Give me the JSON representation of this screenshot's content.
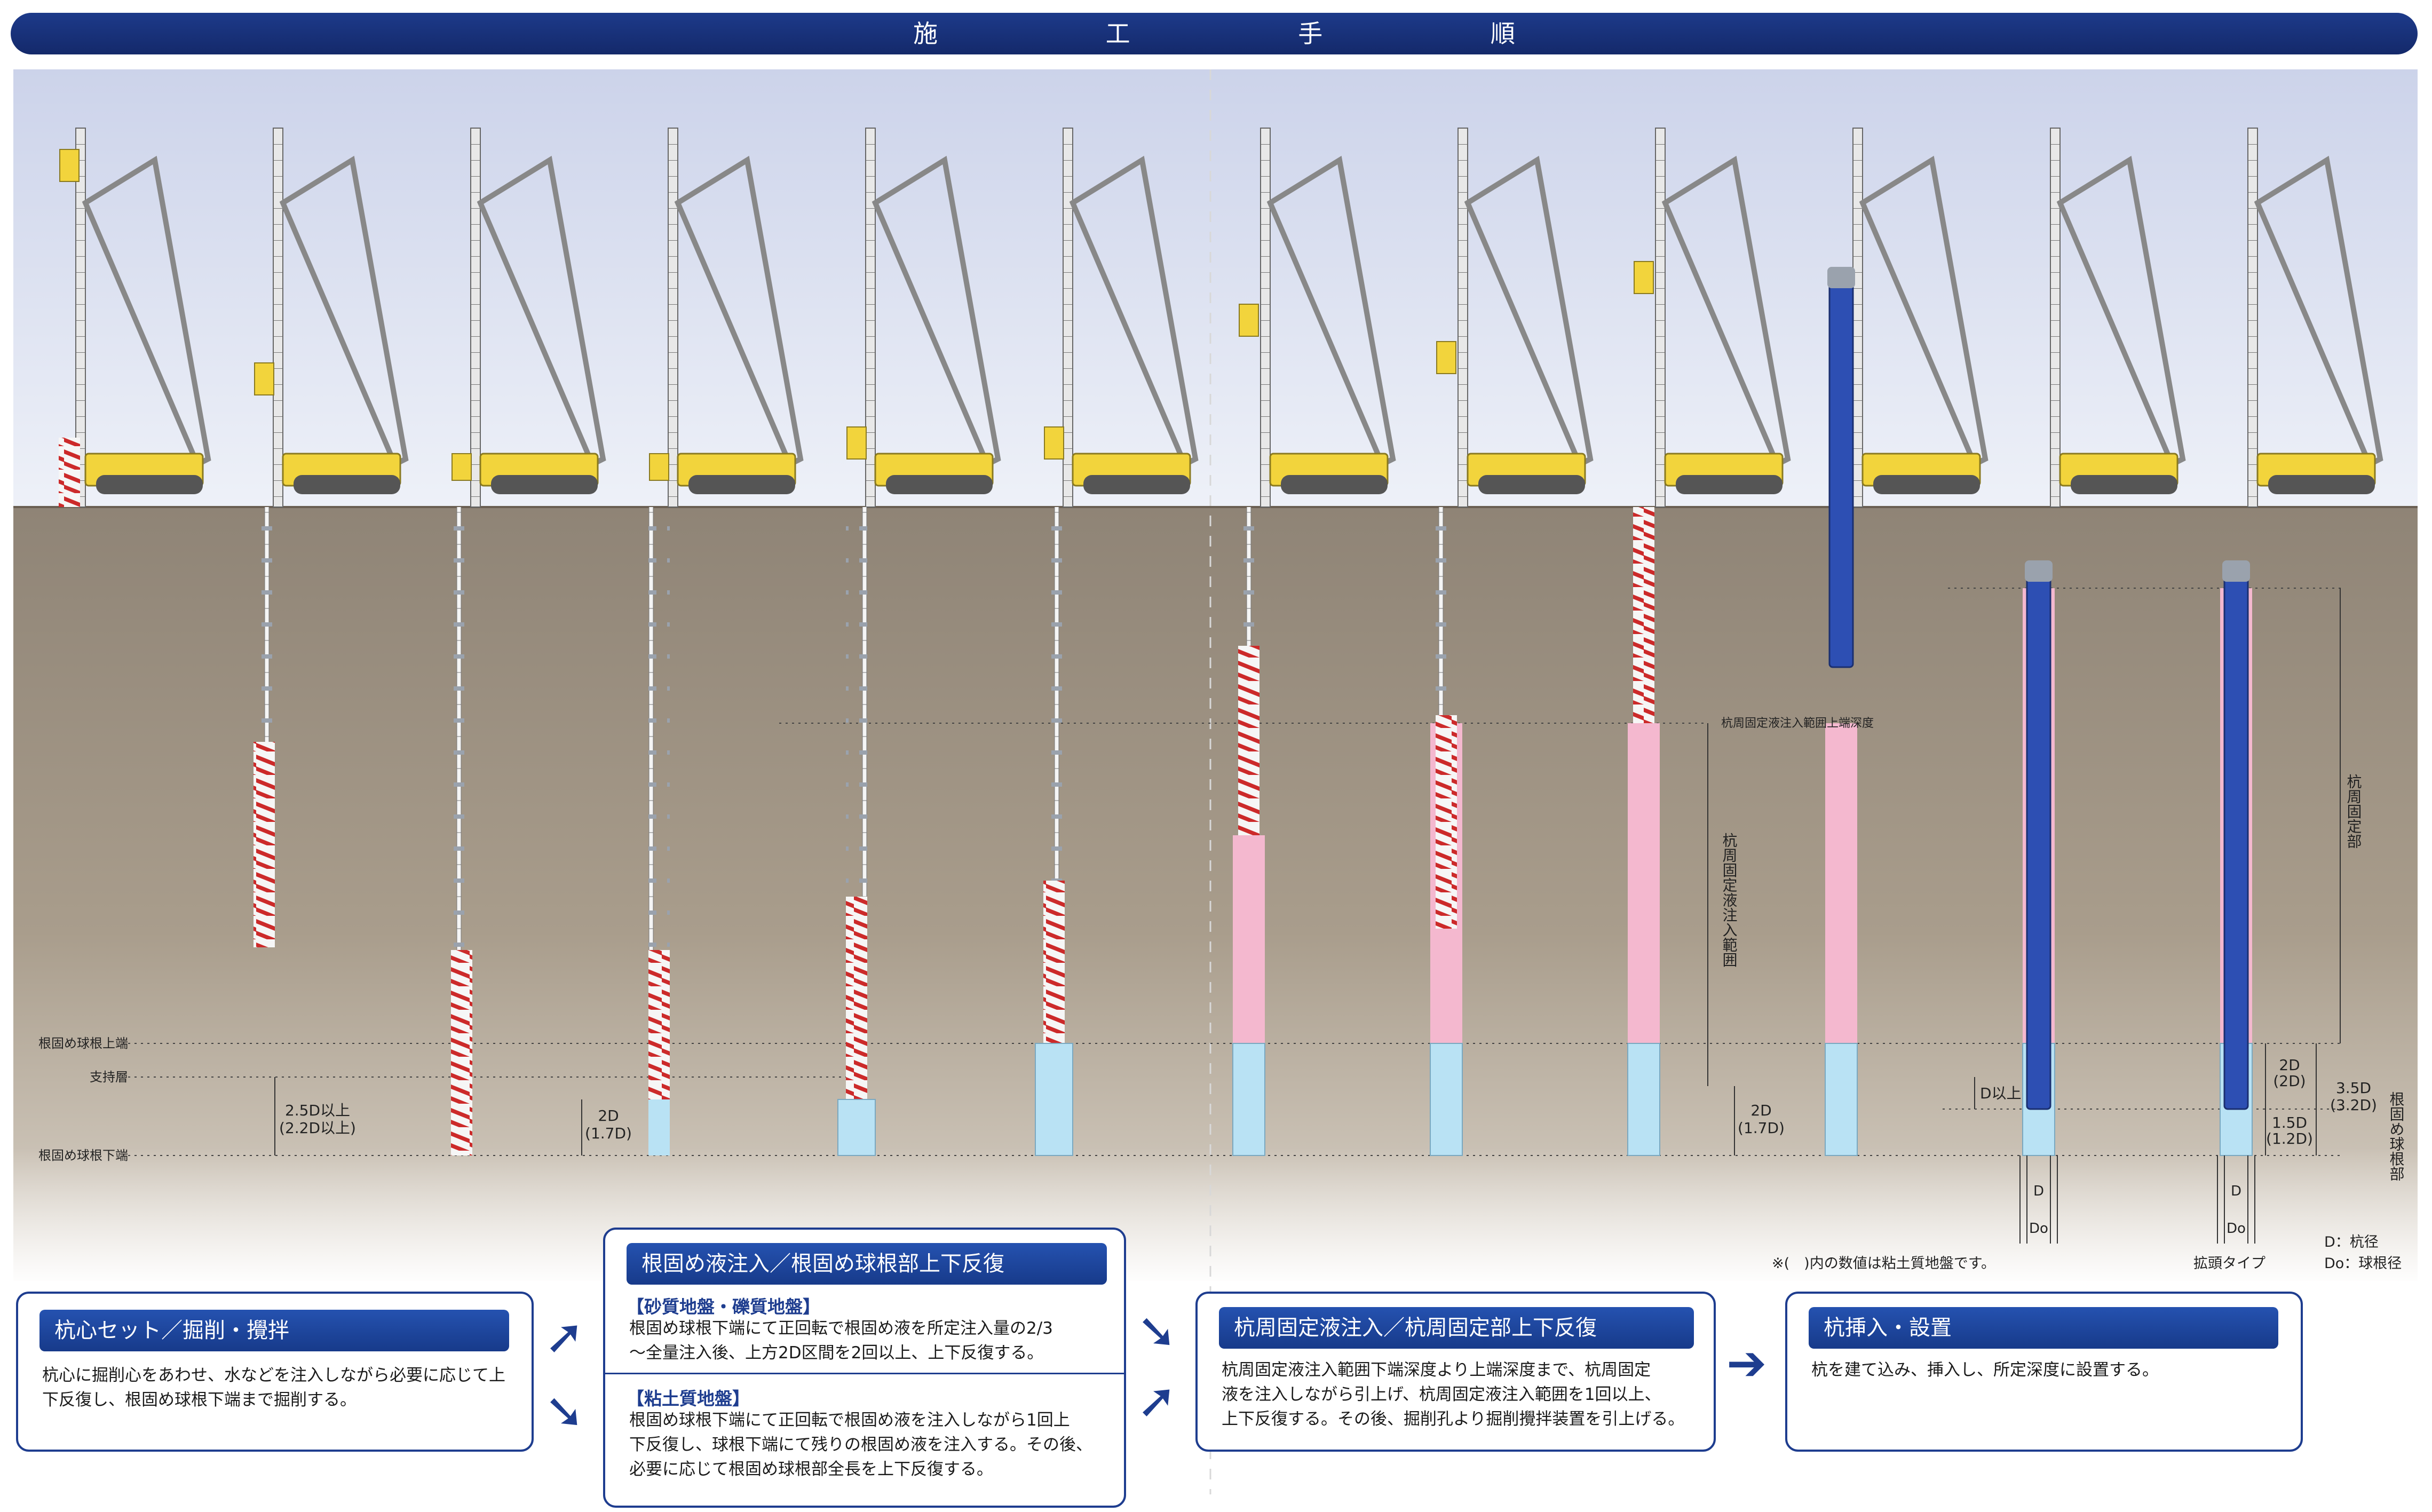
{
  "header": {
    "title": "施 工 手 順"
  },
  "diagram": {
    "depth_markers": [
      "根固め球根上端",
      "支持層",
      "根固め球根下端"
    ],
    "dimensions": {
      "step2_main": "2.5D以上",
      "step2_sub": "(2.2D以上)",
      "step4_main": "2D",
      "step4_sub": "(1.7D)",
      "step9_main": "2D",
      "step9_sub": "(1.7D)",
      "fixing_range": "杭周固定液注入範囲",
      "fixing_top": "杭周固定液注入範囲上端深度",
      "d_above": "D以上",
      "pile_fixed": "杭周固定部",
      "bulb_depth_main": "3.5D",
      "bulb_depth_sub": "(3.2D)",
      "upper_main": "2D",
      "upper_sub": "(2D)",
      "lower_main": "1.5D",
      "lower_sub": "(1.2D)",
      "bulb_part": "根固め球根部",
      "D": "D",
      "Do": "Do"
    },
    "note_values": "※(　)内の数値は粘土質地盤です。",
    "note_enlarged": "拡頭タイプ",
    "legend_d": "D：杭径",
    "legend_do": "Do：球根径"
  },
  "steps": {
    "s1": {
      "title": "杭心セット／掘削・攪拌",
      "lines": [
        "杭心に掘削心をあわせ、水などを注入しながら必要に応じて上",
        "下反復し、根固め球根下端まで掘削する。"
      ]
    },
    "s2": {
      "title": "根固め液注入／根固め球根部上下反復",
      "sand_head": "【砂質地盤・礫質地盤】",
      "sand_lines": [
        "根固め球根下端にて正回転で根固め液を所定注入量の2/3",
        "～全量注入後、上方2D区間を2回以上、上下反復する。"
      ],
      "clay_head": "【粘土質地盤】",
      "clay_lines": [
        "根固め球根下端にて正回転で根固め液を注入しながら1回上",
        "下反復し、球根下端にて残りの根固め液を注入する。その後、",
        "必要に応じて根固め球根部全長を上下反復する。"
      ]
    },
    "s3": {
      "title": "杭周固定液注入／杭周固定部上下反復",
      "lines": [
        "杭周固定液注入範囲下端深度より上端深度まで、杭周固定",
        "液を注入しながら引上げ、杭周固定液注入範囲を1回以上、",
        "上下反復する。その後、掘削孔より掘削攪拌装置を引上げる。"
      ]
    },
    "s4": {
      "title": "杭挿入・設置",
      "lines": [
        "杭を建て込み、挿入し、所定深度に設置する。"
      ]
    }
  },
  "colors": {
    "ground": "#a59a8a",
    "auger_red": "#cc2a2a",
    "cement_pink": "#f4b8cf",
    "cement_blue": "#b9e2f4",
    "pile_blue": "#2d4fb3",
    "machine_yellow": "#f2d43c",
    "brand": "#1e3d8f"
  }
}
